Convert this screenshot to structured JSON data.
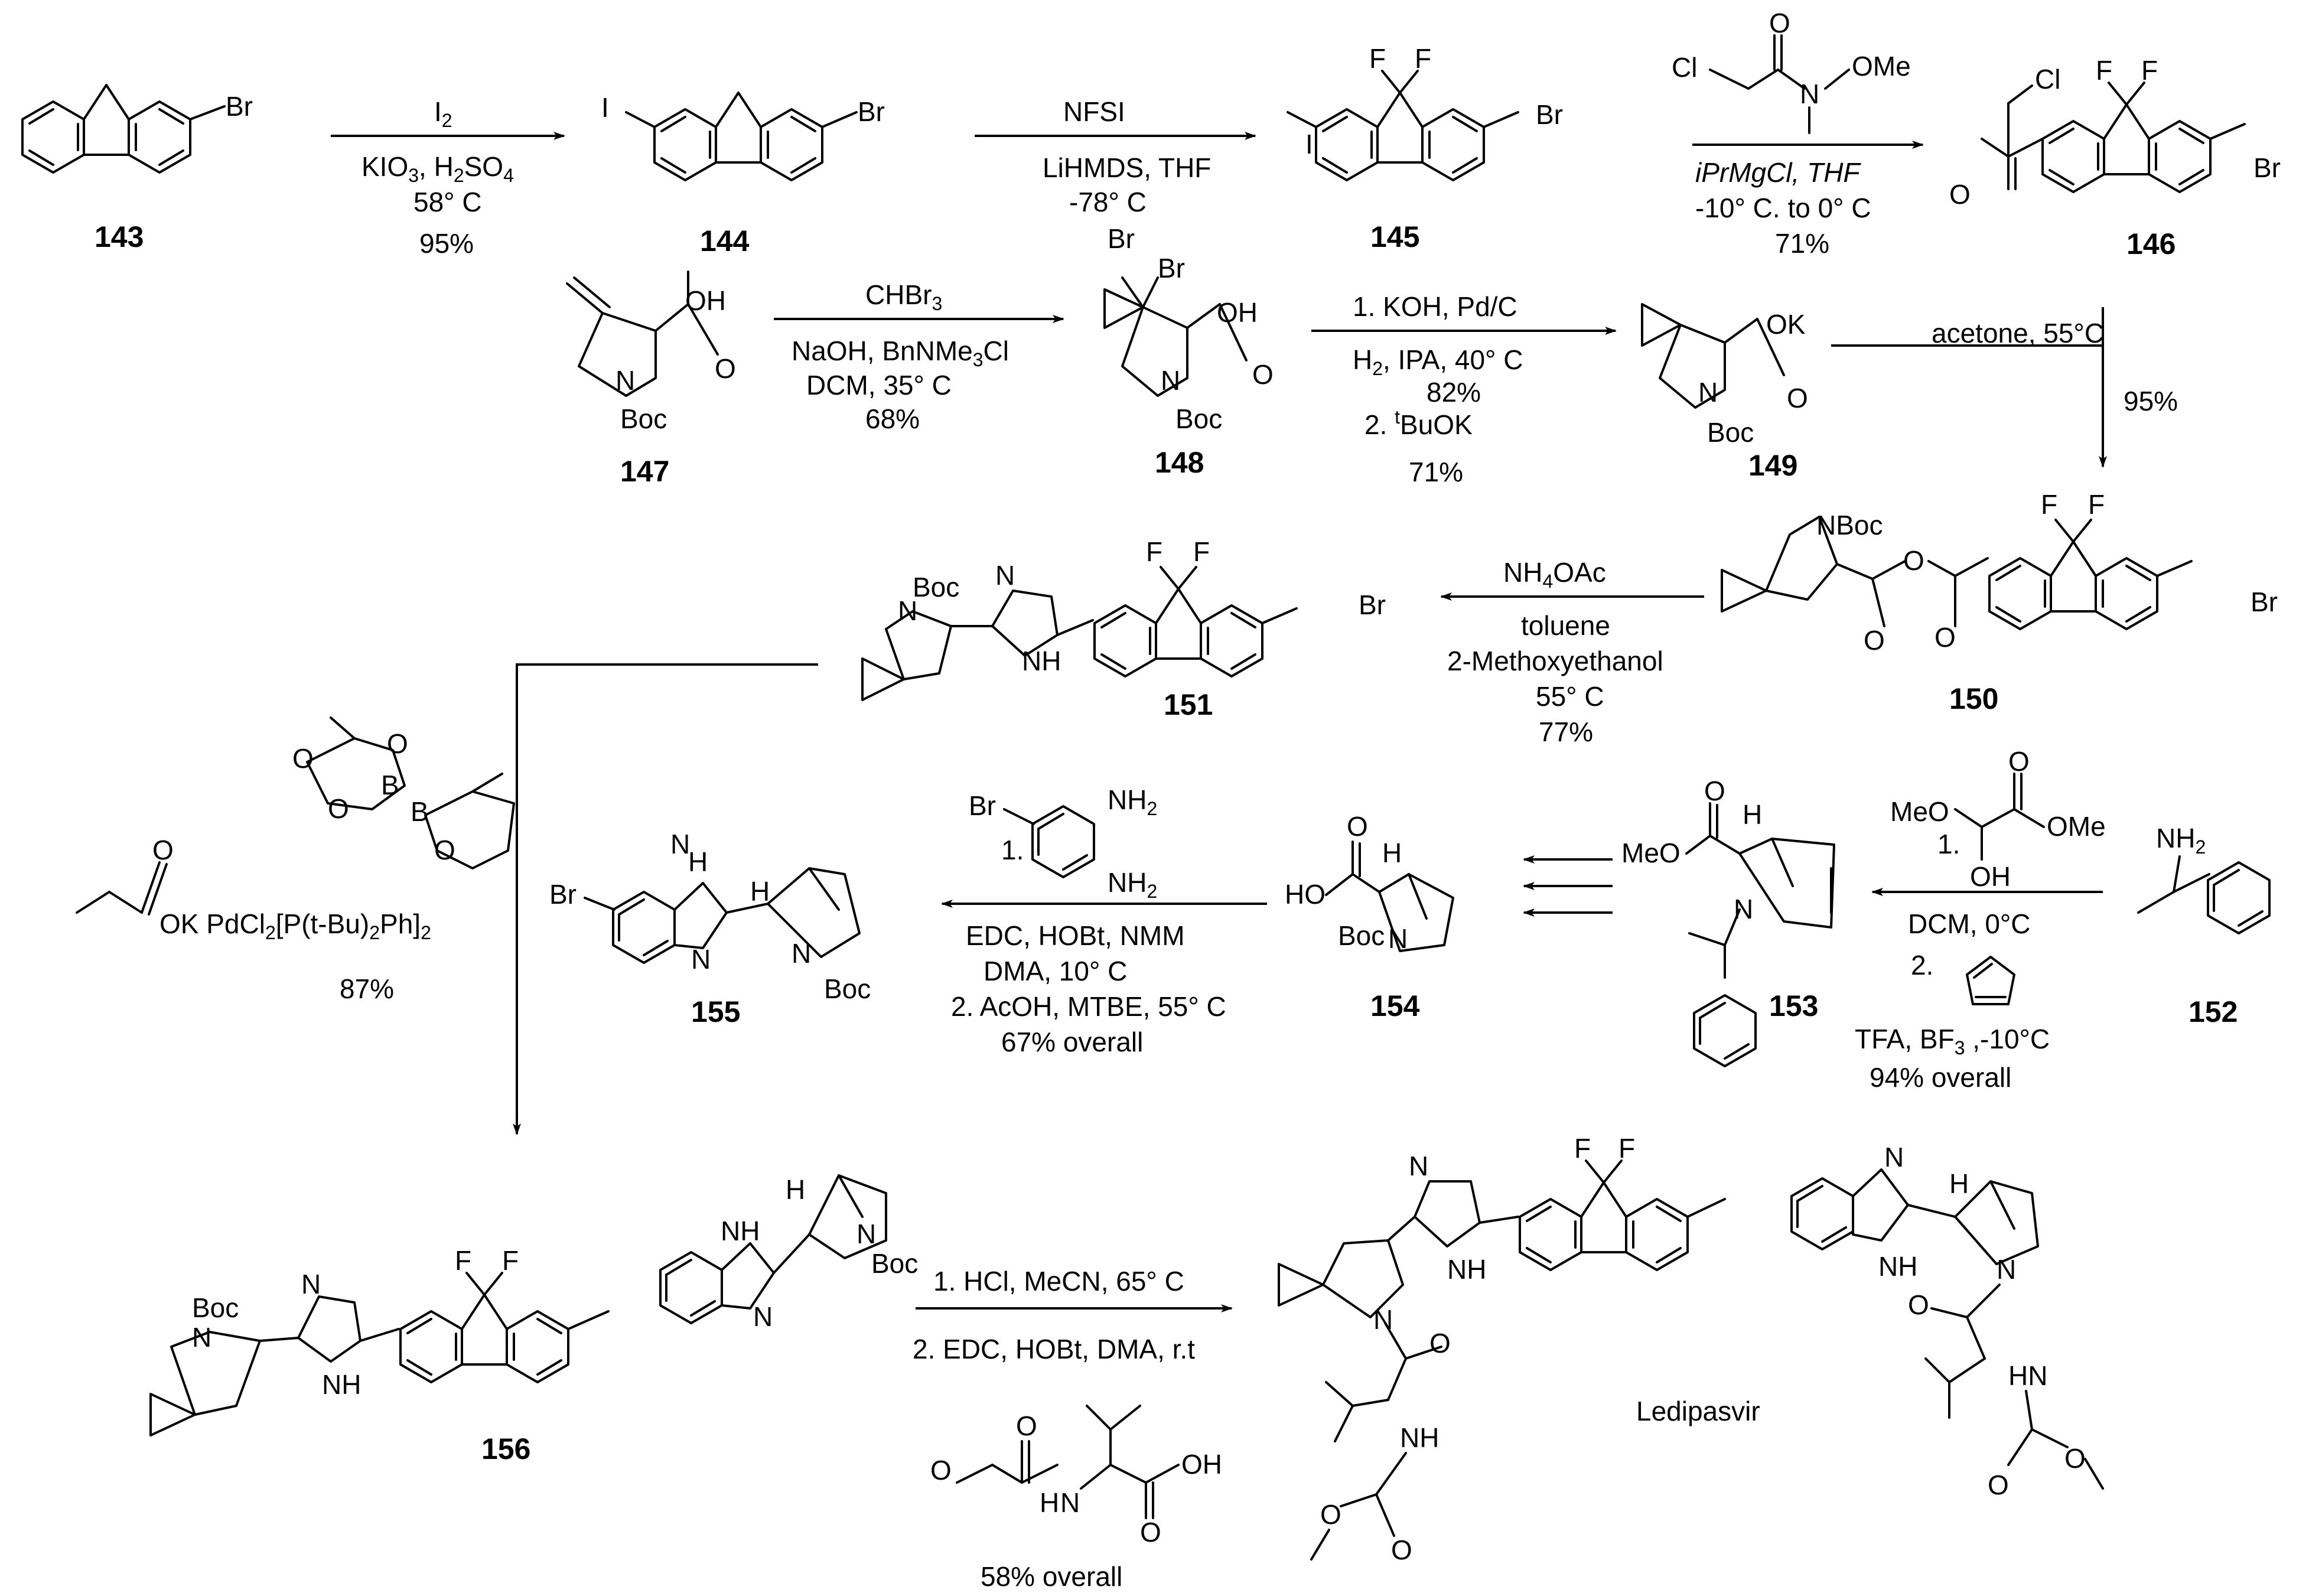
{
  "compounds": {
    "c143": "143",
    "c144": "144",
    "c145": "145",
    "c146": "146",
    "c147": "147",
    "c148": "148",
    "c149": "149",
    "c150": "150",
    "c151": "151",
    "c152": "152",
    "c153": "153",
    "c154": "154",
    "c155": "155",
    "c156": "156",
    "final": "Ledipasvir"
  },
  "step1": {
    "reagent": "I",
    "reagent_sub": "2",
    "cond1": "KIO",
    "cond1_sub": "3",
    "cond1_tail": ", H",
    "cond1_sub2": "2",
    "cond1_tail2": "SO",
    "cond1_sub3": "4",
    "temp": "58° C",
    "yield": "95%"
  },
  "step2": {
    "reagent": "NFSI",
    "cond": "LiHMDS, THF",
    "temp": "-78° C"
  },
  "step3": {
    "cond1": "iPrMgCl, THF",
    "cond2": "-10° C. to 0° C",
    "yield": "71%"
  },
  "step4": {
    "reagent": "CHBr",
    "reagent_sub": "3",
    "cond1": "NaOH, BnNMe",
    "cond1_sub": "3",
    "cond1_tail": "Cl",
    "cond2": "DCM, 35° C",
    "yield": "68%"
  },
  "step5": {
    "line1": "1. KOH, Pd/C",
    "line2": "H",
    "line2_sub": "2",
    "line2_tail": ", IPA,  40° C",
    "line3": "82%",
    "line4": "2. ",
    "line4_sup": "t",
    "line4_tail": "BuOK",
    "line5": "71%"
  },
  "step6": {
    "cond": "acetone, 55°C",
    "yield": "95%"
  },
  "step7": {
    "reagent": "NH",
    "reagent_sub": "4",
    "reagent_tail": "OAc",
    "cond1": "toluene",
    "cond2": "2-Methoxyethanol",
    "temp": "55° C",
    "yield": "77%"
  },
  "step8": {
    "line1": "1.",
    "line2": "DCM, 0°C",
    "line3": "2.",
    "line4": "TFA, BF",
    "line4_sub": "3",
    "line4_tail": " ,-10°C",
    "line5": "94% overall"
  },
  "step9": {
    "line1": "1.",
    "line2": "EDC, HOBt, NMM",
    "line3": "DMA, 10° C",
    "line4": "2. AcOH, MTBE, 55° C",
    "line5": "67% overall"
  },
  "step10": {
    "reagent": "OK PdCl",
    "reagent_sub": "2",
    "reagent_tail": "[P(t-Bu)",
    "reagent_sub2": "2",
    "reagent_tail2": "Ph]",
    "reagent_sub3": "2",
    "yield": "87%"
  },
  "step11": {
    "line1": "1. HCl, MeCN, 65° C",
    "line2": "2. EDC, HOBt, DMA, r.t",
    "yield": "58% overall"
  },
  "atoms": {
    "br": "Br",
    "i": "I",
    "f": "F",
    "cl": "Cl",
    "o": "O",
    "oh": "OH",
    "ok": "OK",
    "n": "N",
    "nh": "NH",
    "h": "H",
    "boc": "Boc",
    "nboc": "NBoc",
    "ome": "OMe",
    "meo": "MeO",
    "b": "B",
    "nh2": "NH",
    "nh2_sub": "2",
    "hn": "HN",
    "ho": "HO"
  }
}
